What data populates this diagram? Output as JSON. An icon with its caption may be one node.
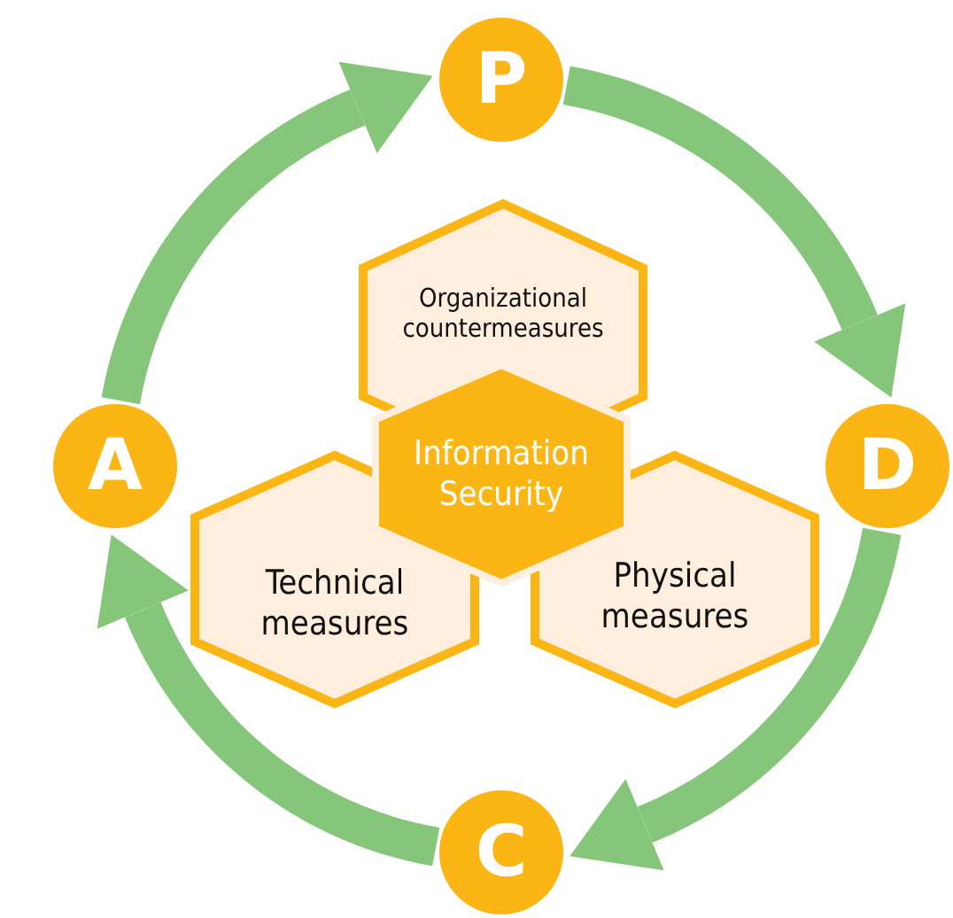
{
  "diagram": {
    "nodes": [
      {
        "text": [
          "P"
        ]
      },
      {
        "text": [
          "D"
        ]
      },
      {
        "text": [
          "C"
        ]
      },
      {
        "text": [
          "A"
        ]
      },
      {
        "text": [
          "Organizational countermeasures"
        ]
      },
      {
        "text": [
          "Technical measures"
        ]
      },
      {
        "text": [
          "Physical measures"
        ]
      },
      {
        "text": [
          "Information Security"
        ]
      }
    ],
    "edges": [
      {
        "from": 0,
        "to": 1,
        "arrow": "to"
      },
      {
        "from": 1,
        "to": 2,
        "arrow": "to"
      },
      {
        "from": 2,
        "to": 3,
        "arrow": "to"
      },
      {
        "from": 3,
        "to": 0,
        "arrow": "to"
      }
    ]
  }
}
